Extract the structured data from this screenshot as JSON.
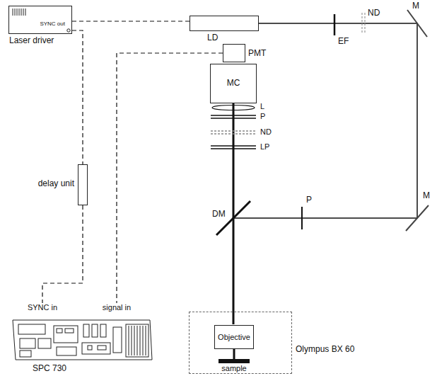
{
  "diagram": {
    "nodes": [
      {
        "text": [
          "SYNC out",
          "Laser driver"
        ]
      },
      {
        "text": [
          "LD"
        ]
      },
      {
        "text": [
          "PMT"
        ]
      },
      {
        "text": [
          "MC"
        ]
      },
      {
        "text": [
          "delay unit"
        ]
      },
      {
        "text": [
          "SYNC in",
          "signal in",
          "SPC 730"
        ]
      },
      {
        "text": [
          "Olympus BX 60"
        ]
      },
      {
        "text": [
          "Objective"
        ],
        "in": 6
      },
      {
        "text": [
          "sample"
        ],
        "in": 6
      }
    ],
    "edges": [
      {
        "from": 0,
        "to": 1,
        "arrow": "none"
      },
      {
        "from": 0,
        "to": 4,
        "arrow": "none"
      },
      {
        "from": 4,
        "to": 5,
        "arrow": "none"
      },
      {
        "from": 2,
        "to": 5,
        "arrow": "none"
      },
      {
        "from": 7,
        "to": 8,
        "arrow": "none"
      }
    ],
    "labels": [
      "EF",
      "ND",
      "M",
      "M",
      "L",
      "P",
      "ND",
      "LP",
      "DM",
      "P"
    ]
  }
}
